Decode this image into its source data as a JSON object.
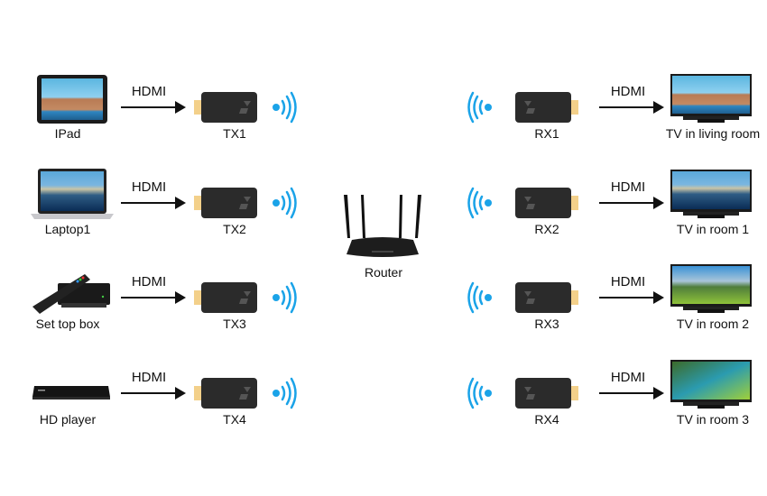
{
  "diagram": {
    "link_label": "HDMI",
    "sources": [
      {
        "name": "IPad",
        "icon": "tablet-icon",
        "transmitter": "TX1"
      },
      {
        "name": "Laptop1",
        "icon": "laptop-icon",
        "transmitter": "TX2"
      },
      {
        "name": "Set top box",
        "icon": "set-top-box-icon",
        "transmitter": "TX3"
      },
      {
        "name": "HD player",
        "icon": "media-player-icon",
        "transmitter": "TX4"
      }
    ],
    "router": {
      "label": "Router",
      "icon": "router-icon"
    },
    "displays": [
      {
        "receiver": "RX1",
        "name": "TV in living room",
        "icon": "tv-icon"
      },
      {
        "receiver": "RX2",
        "name": "TV in room 1",
        "icon": "tv-icon"
      },
      {
        "receiver": "RX3",
        "name": "TV in room 2",
        "icon": "tv-icon"
      },
      {
        "receiver": "RX4",
        "name": "TV in room 3",
        "icon": "tv-icon"
      }
    ],
    "colors": {
      "wifi": "#1aa3e8",
      "dongle": "#2b2b2b",
      "connector": "#f3d08a",
      "arrow": "#111111"
    }
  }
}
